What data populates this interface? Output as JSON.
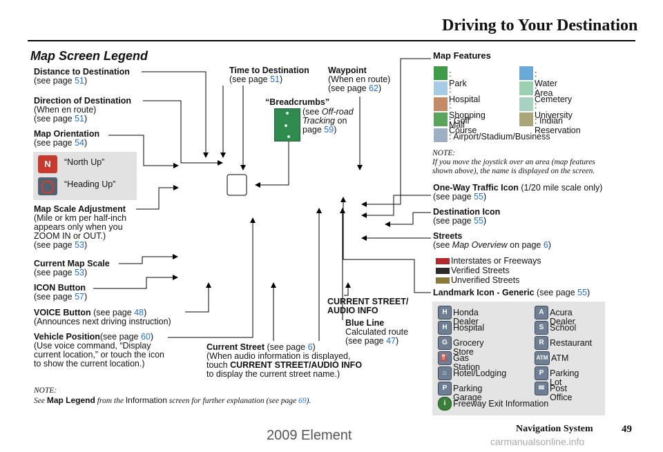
{
  "header": {
    "title": "Driving to Your Destination"
  },
  "legend_title": "Map Screen Legend",
  "left": {
    "distance": {
      "title": "Distance to Destination",
      "see": "(see page ",
      "page": "51",
      "close": ")"
    },
    "direction": {
      "title": "Direction of Destination",
      "line1": "(When en route)",
      "see": "(see page ",
      "page": "51",
      "close": ")"
    },
    "orientation": {
      "title": "Map Orientation",
      "see": "(see page ",
      "page": "54",
      "close": ")"
    },
    "north_up": "“North Up”",
    "heading_up": "“Heading Up”",
    "scale_adj": {
      "title": "Map Scale Adjustment",
      "l1": "(Mile or km per half-inch",
      "l2": "appears only when you",
      "l3": "ZOOM IN or OUT.)",
      "see": "(see page ",
      "page": "53",
      "close": ")"
    },
    "current_scale": {
      "title": "Current Map Scale",
      "see": "(see page ",
      "page": "53",
      "close": ")"
    },
    "icon_button": {
      "title": "ICON Button",
      "see": "(see page ",
      "page": "57",
      "close": ")"
    },
    "voice": {
      "title": "VOICE Button",
      "see": " (see page ",
      "page": "48",
      "close": ")",
      "l1": "(Announces next driving instruction)"
    },
    "vehicle": {
      "title": "Vehicle Position",
      "see": "(see page ",
      "page": "60",
      "close": ")",
      "l1": "(Use voice command, “Display",
      "l2": "current location,” or touch the icon",
      "l3": "to show the current location.)"
    }
  },
  "center": {
    "time": {
      "title": "Time to Destination",
      "see": "(see page ",
      "page": "51",
      "close": ")"
    },
    "waypoint": {
      "title": "Waypoint",
      "l1": "(When en route)",
      "see": "(see page ",
      "page": "62",
      "close": ")"
    },
    "breadcrumbs": {
      "title": "“Breadcrumbs”",
      "see": "(see ",
      "italic1": "Off-road",
      "italic2": "Tracking",
      "on": " on",
      "page_pre": "page ",
      "page": "59",
      "close": ")"
    },
    "current_street_audio": {
      "l1": "CURRENT STREET/",
      "l2": "AUDIO INFO"
    },
    "blue_line": {
      "title": "Blue Line",
      "l1": "Calculated route",
      "see": "(see page ",
      "page": "47",
      "close": ")"
    },
    "current_street": {
      "title": "Current Street",
      "see": " (see page ",
      "page": "6",
      "close": ")",
      "l1": "(When audio information is displayed,",
      "l2_pre": "touch ",
      "l2_bold": "CURRENT STREET/AUDIO INFO",
      "l3": "to display the current street name.)"
    }
  },
  "right": {
    "map_features": "Map Features",
    "features": [
      {
        "label": ": Park",
        "color": "#3f9a4a"
      },
      {
        "label": ": Water Area",
        "color": "#6aa8d6"
      },
      {
        "label": ": Hospital",
        "color": "#a8cbe6"
      },
      {
        "label": ": Cemetery",
        "color": "#9ccfb1"
      },
      {
        "label": ": Shopping Mall",
        "color": "#c58a68"
      },
      {
        "label": ": University",
        "color": "#a9d3c1"
      },
      {
        "label": ": Golf Course",
        "color": "#5aa35a"
      },
      {
        "label": ": Indian Reservation",
        "color": "#a9a77a"
      },
      {
        "label": ": Airport/Stadium/Business",
        "color": "#9fb0c4"
      }
    ],
    "note_title": "NOTE:",
    "note_l1": "If you move the joystick over an area (map features",
    "note_l2": "shown above), the name is displayed on the screen.",
    "oneway": {
      "title": "One-Way Traffic Icon",
      "extra": " (1/20 mile scale only)",
      "see": "(see page ",
      "page": "55",
      "close": ")"
    },
    "dest_icon": {
      "title": "Destination Icon",
      "see": "(see page ",
      "page": "55",
      "close": ")"
    },
    "streets": {
      "title": "Streets",
      "see": "(see ",
      "italic": "Map Overview",
      "on": " on page ",
      "page": "6",
      "close": ")"
    },
    "street_types": [
      {
        "label": "Interstates or Freeways",
        "color": "#b3262b"
      },
      {
        "label": "Verified Streets",
        "color": "#2b2b2b"
      },
      {
        "label": "Unverified Streets",
        "color": "#8a7a3a"
      }
    ],
    "landmark": {
      "title": "Landmark Icon - Generic",
      "see": " (see page ",
      "page": "55",
      "close": ")"
    },
    "landmarks": [
      {
        "label": "Honda Dealer",
        "glyph": "H"
      },
      {
        "label": "Acura Dealer",
        "glyph": "A"
      },
      {
        "label": "Hospital",
        "glyph": "H"
      },
      {
        "label": "School",
        "glyph": "S"
      },
      {
        "label": "Grocery Store",
        "glyph": "G"
      },
      {
        "label": "Restaurant",
        "glyph": "R"
      },
      {
        "label": "Gas Station",
        "glyph": "⛽"
      },
      {
        "label": "ATM",
        "glyph": "ATM"
      },
      {
        "label": "Hotel/Lodging",
        "glyph": "⌂"
      },
      {
        "label": "Parking Lot",
        "glyph": "P"
      },
      {
        "label": "Parking Garage",
        "glyph": "P"
      },
      {
        "label": "Post Office",
        "glyph": "✉"
      },
      {
        "label": "Freeway Exit Information",
        "glyph": "i"
      }
    ]
  },
  "bottom_note": {
    "title": "NOTE:",
    "pre": "See ",
    "bold": "Map Legend",
    "mid": " from the ",
    "sans": "Information",
    "post": " screen for further explanation (see page ",
    "page": "69",
    "close": ")."
  },
  "footer": {
    "section": "Navigation System",
    "page": "49",
    "watermark": "2009  Element",
    "site": "carmanualsonline.info"
  }
}
